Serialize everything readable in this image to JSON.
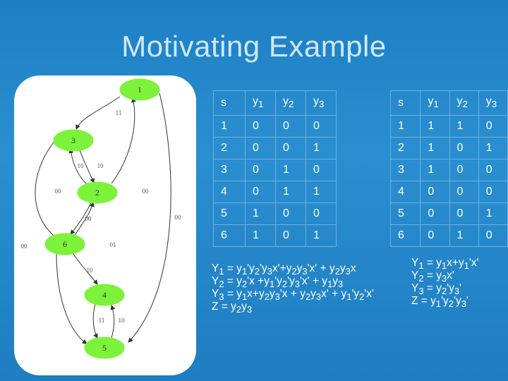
{
  "slide": {
    "title": "Motivating Example"
  },
  "diagram": {
    "nodes": [
      {
        "id": "n1",
        "label": "1"
      },
      {
        "id": "n3",
        "label": "3"
      },
      {
        "id": "n2",
        "label": "2"
      },
      {
        "id": "n6",
        "label": "6"
      },
      {
        "id": "n4",
        "label": "4"
      },
      {
        "id": "n5",
        "label": "5"
      }
    ],
    "edge_labels": [
      {
        "id": "l11_top",
        "text": "11"
      },
      {
        "id": "l10_a",
        "text": "10"
      },
      {
        "id": "l10_b",
        "text": "10"
      },
      {
        "id": "l00_left",
        "text": "00"
      },
      {
        "id": "l00_mid",
        "text": "00"
      },
      {
        "id": "l00_right",
        "text": "00"
      },
      {
        "id": "l00_lower",
        "text": "00"
      },
      {
        "id": "l00_far",
        "text": "00"
      },
      {
        "id": "l01",
        "text": "01"
      },
      {
        "id": "l10_c",
        "text": "10"
      },
      {
        "id": "l11_bottom",
        "text": "11"
      },
      {
        "id": "l10_d",
        "text": "10"
      }
    ],
    "colors": {
      "node_fill": "#7cf23a",
      "edge": "#333333",
      "panel": "#ffffff"
    }
  },
  "table_left": {
    "header": [
      "s",
      "y",
      "y",
      "y"
    ],
    "header_sub": [
      "",
      "1",
      "2",
      "3"
    ],
    "rows": [
      [
        "1",
        "0",
        "0",
        "0"
      ],
      [
        "2",
        "0",
        "0",
        "1"
      ],
      [
        "3",
        "0",
        "1",
        "0"
      ],
      [
        "4",
        "0",
        "1",
        "1"
      ],
      [
        "5",
        "1",
        "0",
        "0"
      ],
      [
        "6",
        "1",
        "0",
        "1"
      ]
    ]
  },
  "table_right": {
    "header": [
      "s",
      "y",
      "y",
      "y"
    ],
    "header_sub": [
      "",
      "1",
      "2",
      "3"
    ],
    "rows": [
      [
        "1",
        "1",
        "1",
        "0"
      ],
      [
        "2",
        "1",
        "0",
        "1"
      ],
      [
        "3",
        "1",
        "0",
        "0"
      ],
      [
        "4",
        "0",
        "0",
        "0"
      ],
      [
        "5",
        "0",
        "0",
        "1"
      ],
      [
        "6",
        "0",
        "1",
        "0"
      ]
    ]
  },
  "equations_left": [
    "Y1 = y1'y2'y3x'+y2y3'x' + y2y3x",
    "Y2 = y2'x +y1'y2'y3'x' + y1y3",
    "Y3 = y1x+y2y3'x + y2y3x' + y1'y2'x'",
    "Z = y2y3"
  ],
  "equations_right": [
    "Y1 = y1x+y1'x'",
    "Y2 = y3x'",
    "Y3 = y2'y3'",
    "Z = y1'y2'y3'"
  ]
}
